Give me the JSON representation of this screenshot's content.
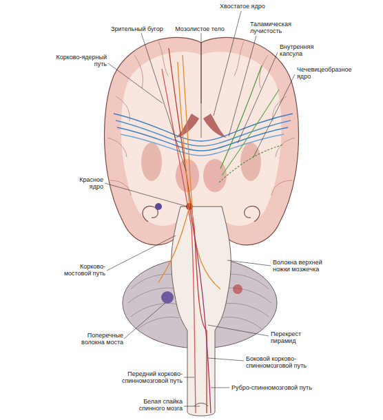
{
  "diagram": {
    "labels": [
      "Хвостатое ядро",
      "Таламическая лучистость",
      "Зрительный бугор",
      "Мозолистое тело",
      "Корково-ядерный путь",
      "Внутренняя капсула",
      "Чечевицеобразное ядро",
      "Красное ядро",
      "Корково-мостовой путь",
      "Волокна верхней ножки мозжечка",
      "Поперечные волокна моста",
      "Перекрест пирамид",
      "Боковой корково-спинномозговой путь",
      "Передний корково-спинномозговой путь",
      "Рубро-спинномозговой путь",
      "Белая спайка спинного мозга"
    ]
  }
}
